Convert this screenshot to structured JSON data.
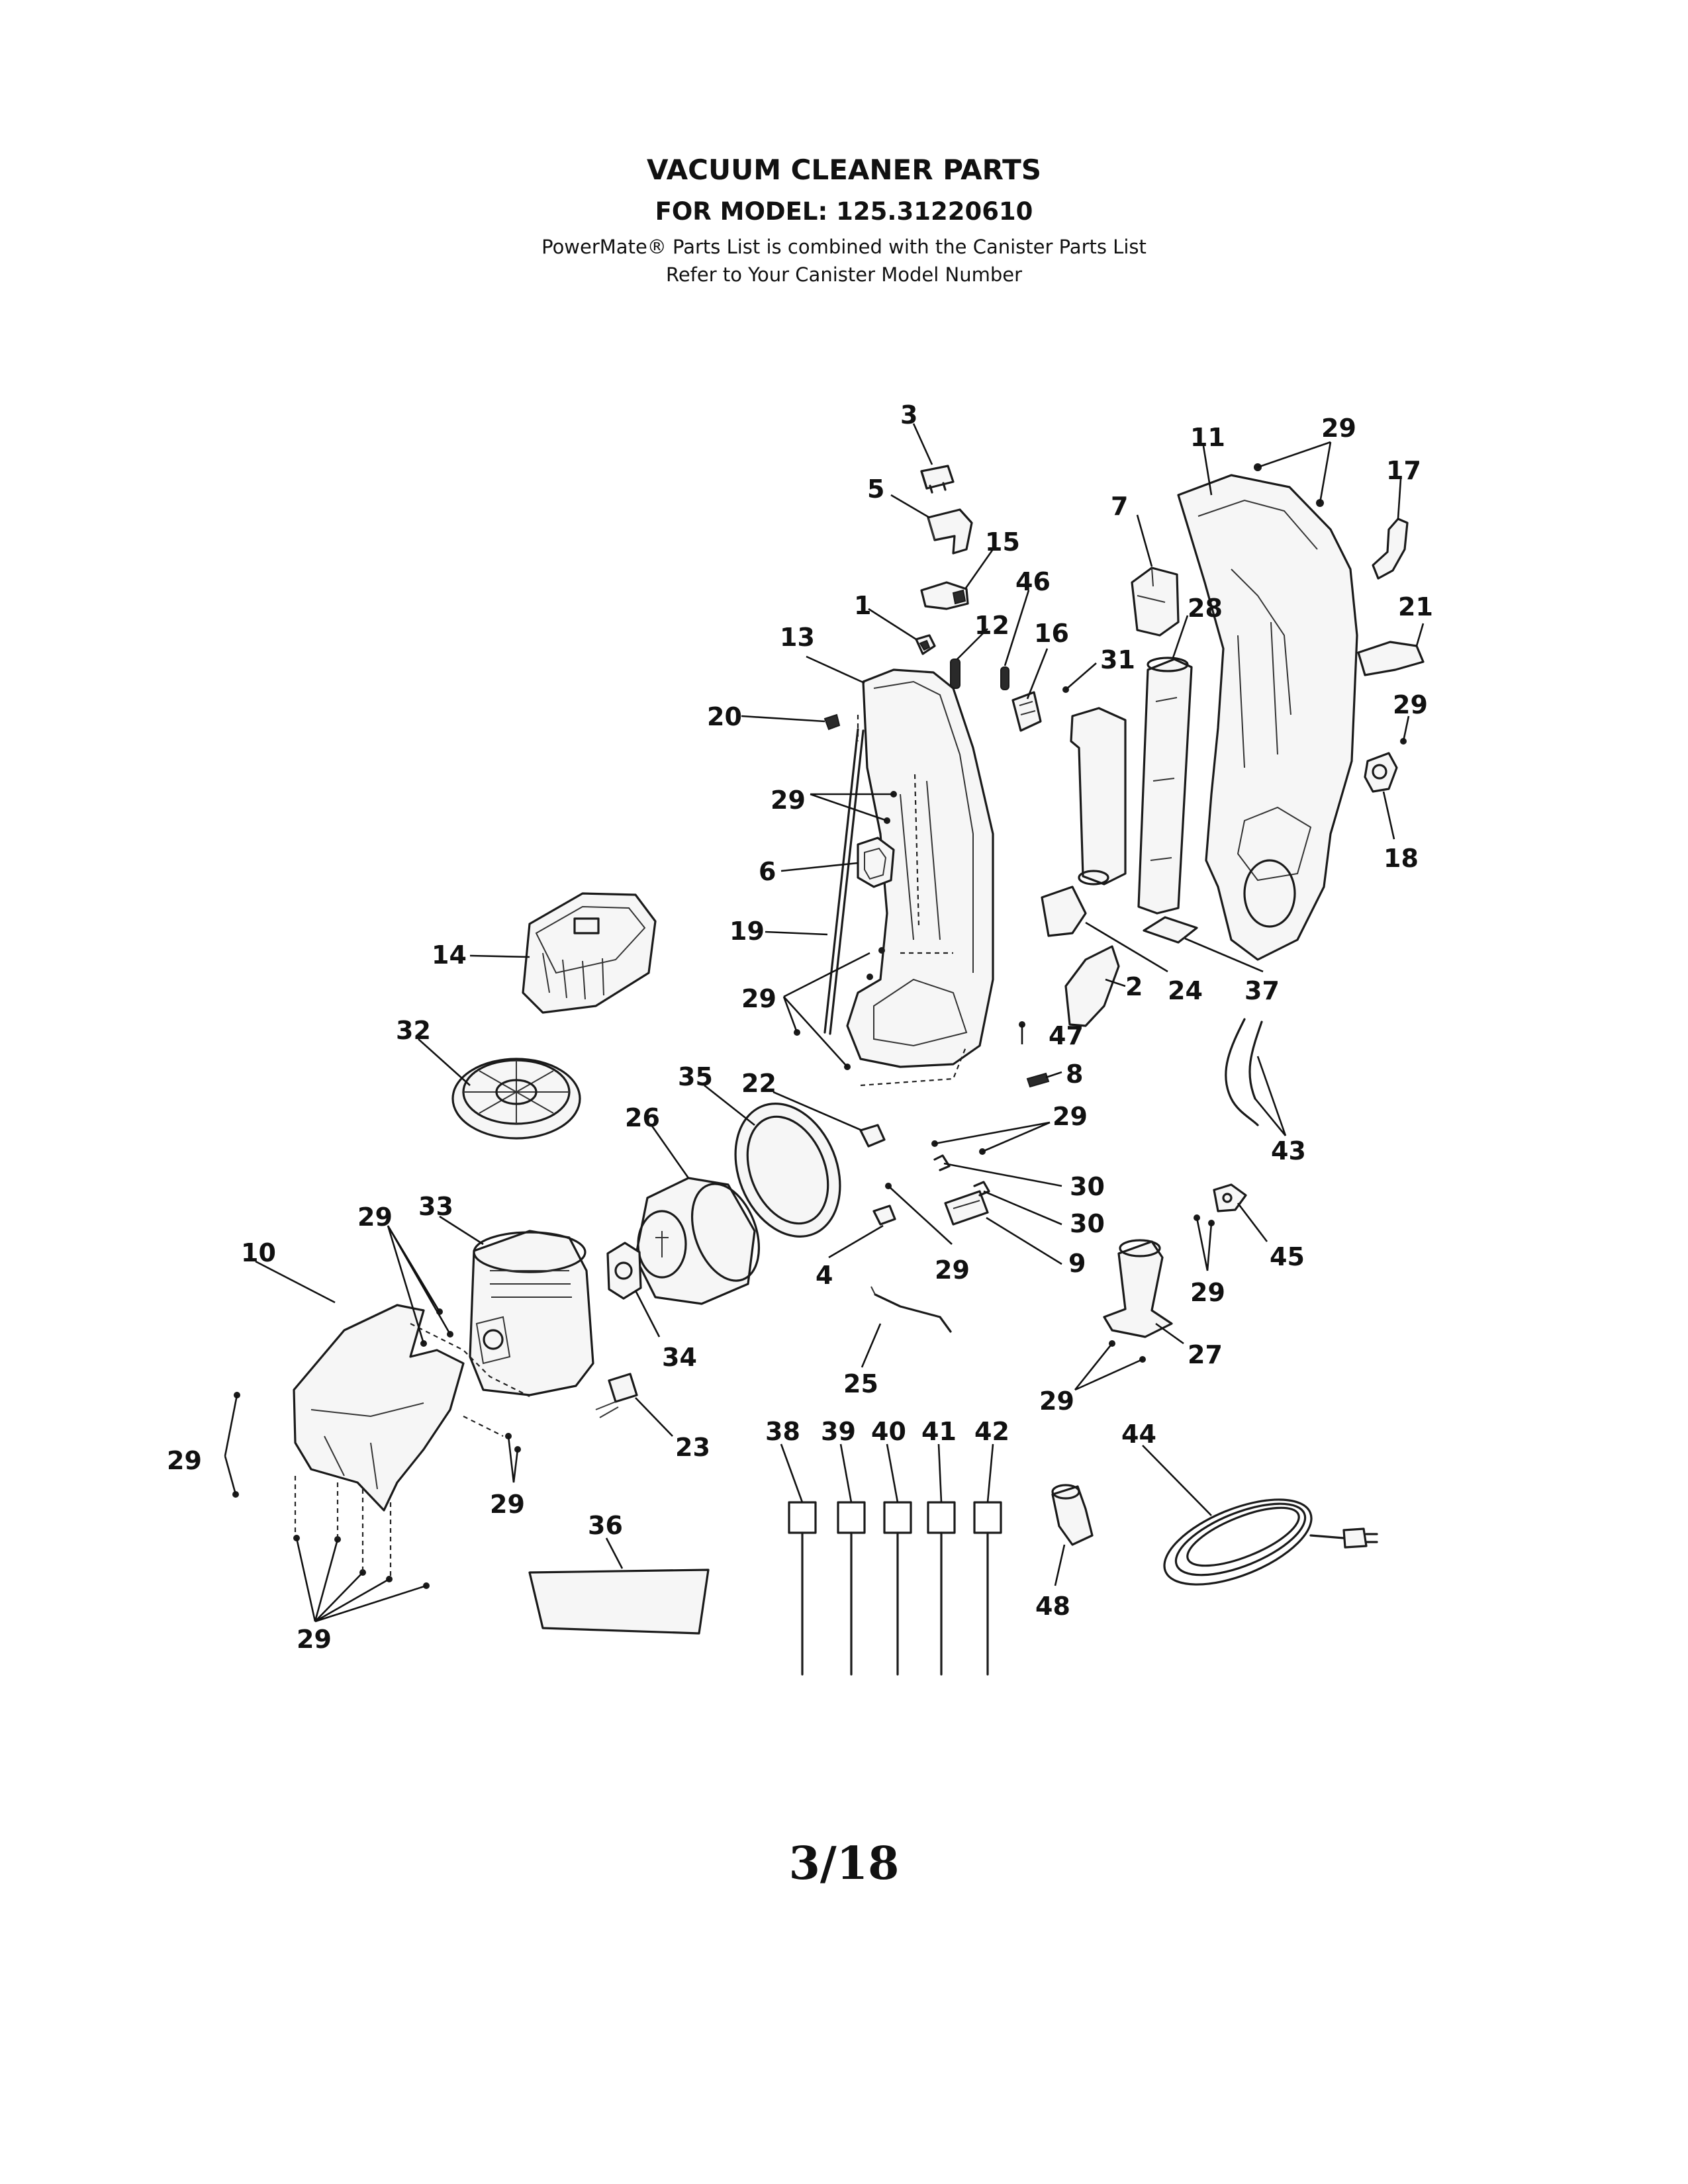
{
  "header": {
    "title": "VACUUM CLEANER PARTS",
    "subtitle": "FOR MODEL: 125.31220610",
    "note1": "PowerMate® Parts List is combined with the Canister Parts List",
    "note2": "Refer to Your Canister Model Number"
  },
  "footer": {
    "page": "3/18"
  },
  "callouts": [
    "1",
    "2",
    "3",
    "4",
    "5",
    "6",
    "7",
    "8",
    "9",
    "10",
    "11",
    "12",
    "13",
    "14",
    "15",
    "16",
    "17",
    "18",
    "19",
    "20",
    "21",
    "22",
    "23",
    "24",
    "25",
    "26",
    "27",
    "28",
    "29",
    "30",
    "31",
    "32",
    "33",
    "34",
    "35",
    "36",
    "37",
    "38",
    "39",
    "40",
    "41",
    "42",
    "43",
    "44",
    "45",
    "46",
    "47",
    "48"
  ]
}
